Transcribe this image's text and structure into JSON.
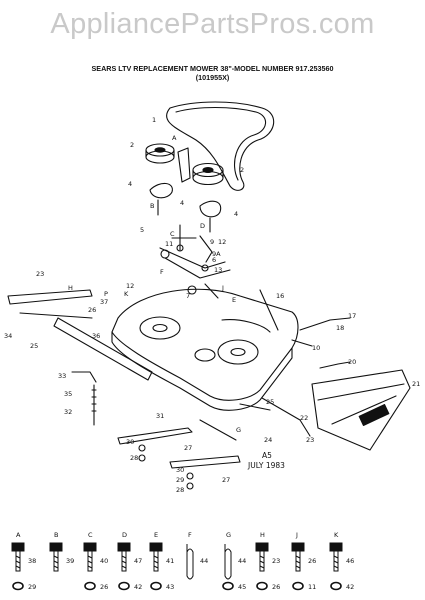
{
  "watermark": "AppliancePartsPros.com",
  "title_line1": "SEARS LTV REPLACEMENT MOWER 38\"-MODEL NUMBER 917.253560",
  "title_line2": "(101955X)",
  "stamp": {
    "line1": "A5",
    "line2": "JULY 1983"
  },
  "callouts": [
    {
      "num": "1"
    },
    {
      "num": "2"
    },
    {
      "num": "2"
    },
    {
      "num": "4"
    },
    {
      "num": "4"
    },
    {
      "num": "4"
    },
    {
      "num": "5"
    },
    {
      "num": "6"
    },
    {
      "num": "7"
    },
    {
      "num": "9"
    },
    {
      "num": "9A"
    },
    {
      "num": "10"
    },
    {
      "num": "11"
    },
    {
      "num": "12"
    },
    {
      "num": "12"
    },
    {
      "num": "13"
    },
    {
      "num": "16"
    },
    {
      "num": "17"
    },
    {
      "num": "18"
    },
    {
      "num": "20"
    },
    {
      "num": "21"
    },
    {
      "num": "22"
    },
    {
      "num": "23"
    },
    {
      "num": "23"
    },
    {
      "num": "24"
    },
    {
      "num": "25"
    },
    {
      "num": "25"
    },
    {
      "num": "26"
    },
    {
      "num": "27"
    },
    {
      "num": "27"
    },
    {
      "num": "28"
    },
    {
      "num": "28"
    },
    {
      "num": "29"
    },
    {
      "num": "30"
    },
    {
      "num": "30"
    },
    {
      "num": "31"
    },
    {
      "num": "32"
    },
    {
      "num": "33"
    },
    {
      "num": "34"
    },
    {
      "num": "35"
    },
    {
      "num": "36"
    },
    {
      "num": "37"
    },
    {
      "num": "A"
    },
    {
      "num": "B"
    },
    {
      "num": "C"
    },
    {
      "num": "D"
    },
    {
      "num": "E"
    },
    {
      "num": "F"
    },
    {
      "num": "G"
    },
    {
      "num": "H"
    },
    {
      "num": "J"
    },
    {
      "num": "K"
    },
    {
      "num": "P"
    }
  ],
  "hardware": [
    {
      "letter": "A",
      "part": "38",
      "washer": "29"
    },
    {
      "letter": "B",
      "part": "39",
      "washer": ""
    },
    {
      "letter": "C",
      "part": "40",
      "washer": "26"
    },
    {
      "letter": "D",
      "part": "47",
      "washer": "42"
    },
    {
      "letter": "E",
      "part": "41",
      "washer": "43"
    },
    {
      "letter": "F",
      "part": "44",
      "washer": ""
    },
    {
      "letter": "G",
      "part": "44",
      "washer": "45"
    },
    {
      "letter": "H",
      "part": "23",
      "washer": "26"
    },
    {
      "letter": "J",
      "part": "26",
      "washer": "11"
    },
    {
      "letter": "K",
      "part": "46",
      "washer": "42"
    }
  ]
}
